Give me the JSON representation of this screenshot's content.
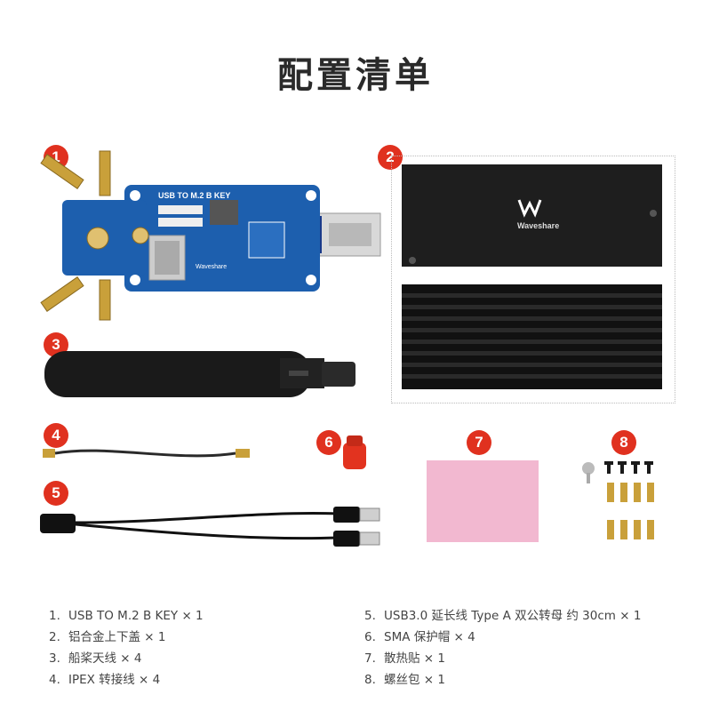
{
  "title": "配置清单",
  "badges": [
    "1",
    "2",
    "3",
    "4",
    "5",
    "6",
    "7",
    "8"
  ],
  "board": {
    "label": "USB TO M.2 B KEY",
    "brand": "Waveshare"
  },
  "case": {
    "brand": "Waveshare"
  },
  "colors": {
    "badge": "#e0311f",
    "board": "#1d5fae",
    "gold": "#c9a03a",
    "pad": "#f2b8d0"
  },
  "list_left": [
    {
      "num": "1.",
      "text": "USB TO M.2 B KEY × 1"
    },
    {
      "num": "2.",
      "text": "铝合金上下盖 × 1"
    },
    {
      "num": "3.",
      "text": "船桨天线 × 4"
    },
    {
      "num": "4.",
      "text": "IPEX 转接线 × 4"
    }
  ],
  "list_right": [
    {
      "num": "5.",
      "text": "USB3.0 延长线 Type A 双公转母 约 30cm × 1"
    },
    {
      "num": "6.",
      "text": "SMA 保护帽 × 4"
    },
    {
      "num": "7.",
      "text": "散热贴 × 1"
    },
    {
      "num": "8.",
      "text": "螺丝包 × 1"
    }
  ]
}
